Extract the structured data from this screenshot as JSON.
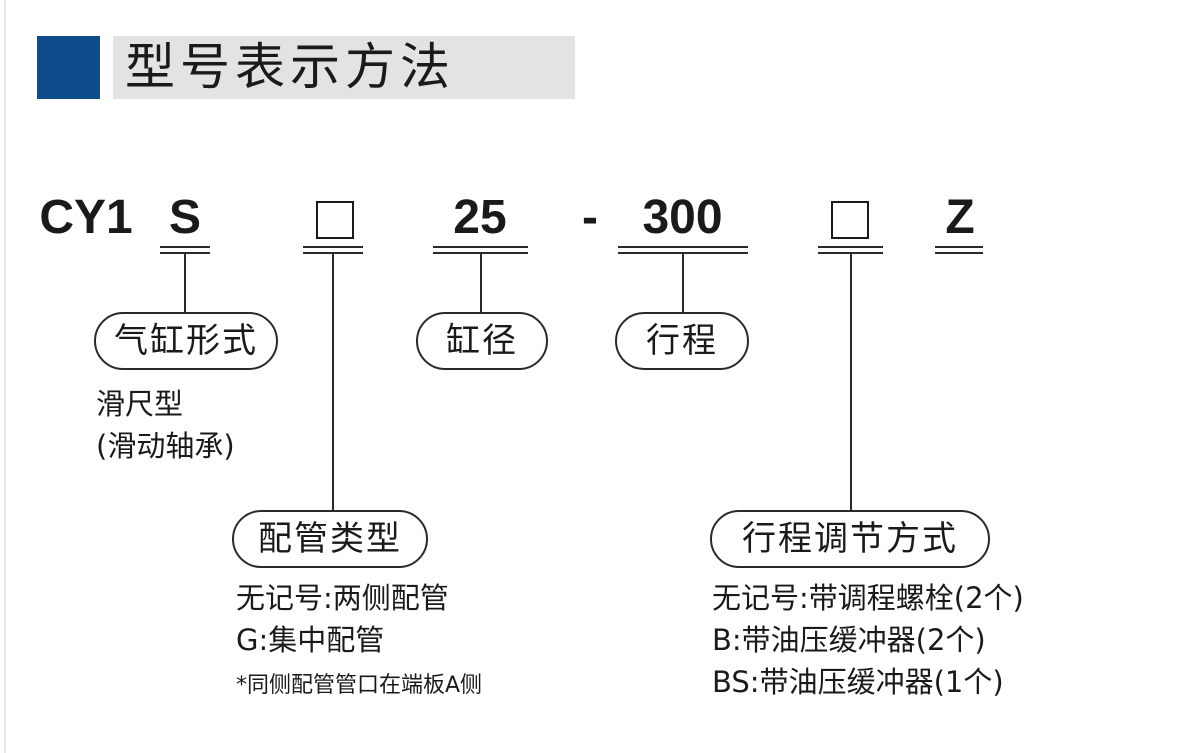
{
  "title": "型号表示方法",
  "codes": {
    "series": "CY1",
    "type": "S",
    "piping": "□",
    "bore": "25",
    "dash": "-",
    "stroke": "300",
    "adjust": "□",
    "suffix": "Z"
  },
  "labels": {
    "cylinder_form": "气缸形式",
    "bore": "缸径",
    "stroke": "行程",
    "piping_type": "配管类型",
    "stroke_adjust": "行程调节方式"
  },
  "notes": {
    "cylinder_form": [
      "滑尺型",
      "(滑动轴承)"
    ],
    "piping_type": [
      "无记号:两侧配管",
      "G:集中配管",
      "*同侧配管管口在端板A侧"
    ],
    "stroke_adjust": [
      "无记号:带调程螺栓(2个)",
      "B:带油压缓冲器(2个)",
      "BS:带油压缓冲器(1个)"
    ]
  }
}
